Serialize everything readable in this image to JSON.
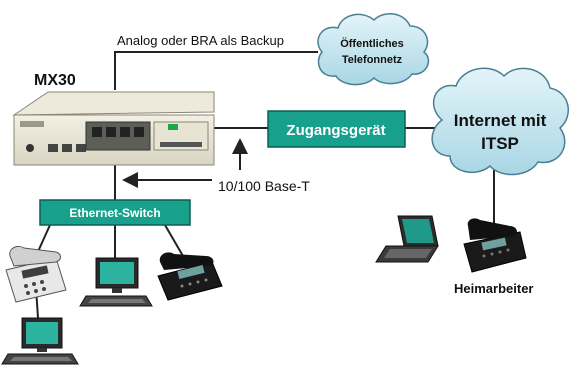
{
  "labels": {
    "backup_link": "Analog oder BRA als Backup",
    "device_name": "MX30",
    "speed": "10/100 Base-T",
    "home_worker": "Heimarbeiter"
  },
  "nodes": {
    "pstn_line1": "Öffentliches",
    "pstn_line2": "Telefonnetz",
    "internet_line1": "Internet mit",
    "internet_line2": "ITSP",
    "access_device": "Zugangsgerät",
    "ethernet_switch": "Ethernet-Switch"
  },
  "colors": {
    "box_teal": "#17a08c",
    "cloud_fill": "#bfe3ee",
    "cloud_stroke": "#4a7f93",
    "line": "#222222"
  }
}
